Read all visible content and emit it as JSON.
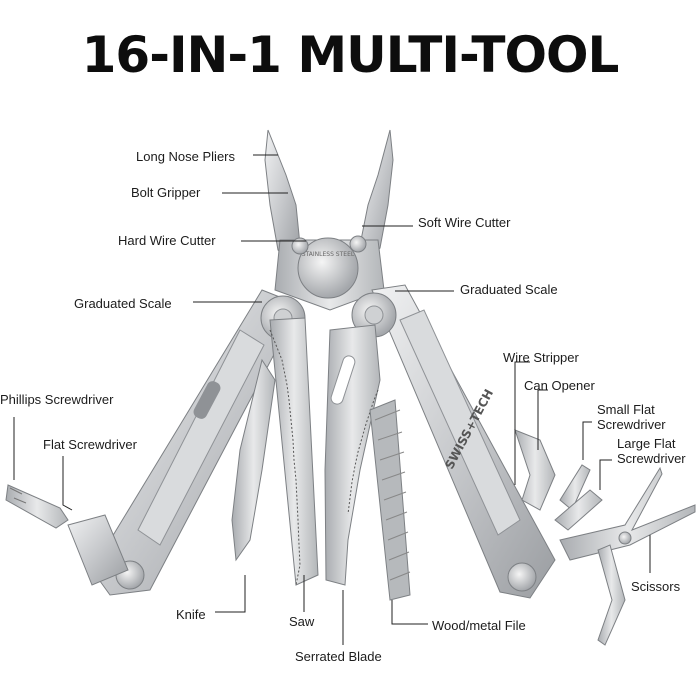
{
  "title": "16-IN-1 MULTI-TOOL",
  "brand_engraving": "SWISS+TECH",
  "pivot_engraving": "STAINLESS STEEL",
  "labels": {
    "long_nose_pliers": "Long Nose Pliers",
    "bolt_gripper": "Bolt Gripper",
    "hard_wire_cutter": "Hard Wire Cutter",
    "soft_wire_cutter": "Soft Wire Cutter",
    "graduated_scale_left": "Graduated Scale",
    "graduated_scale_right": "Graduated Scale",
    "wire_stripper": "Wire Stripper",
    "can_opener": "Can Opener",
    "small_flat_screwdriver_line1": "Small Flat",
    "small_flat_screwdriver_line2": "Screwdriver",
    "large_flat_screwdriver_line1": "Large Flat",
    "large_flat_screwdriver_line2": "Screwdriver",
    "phillips_screwdriver": "Phillips Screwdriver",
    "flat_screwdriver": "Flat Screwdriver",
    "scissors": "Scissors",
    "knife": "Knife",
    "saw": "Saw",
    "serrated_blade": "Serrated Blade",
    "wood_metal_file": "Wood/metal File"
  }
}
